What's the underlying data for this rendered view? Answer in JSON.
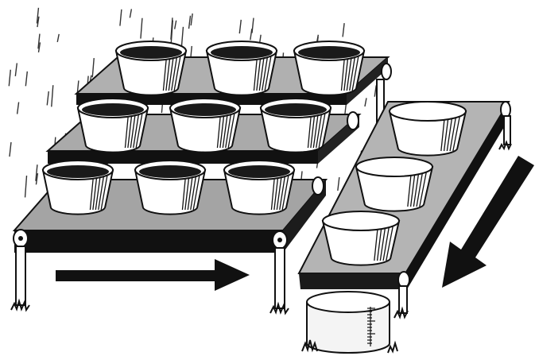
{
  "illustration": {
    "style": "black-and-white line drawing",
    "colors": {
      "ink": "#111111",
      "belt_top": "#a8a8a8",
      "belt_top_light": "#bdbdbd",
      "bowl_fill": "#ffffff",
      "water": "#1a1a1a",
      "jar_fill": "#f4f4f4",
      "paper": "#ffffff"
    },
    "rain_shown": true,
    "main_conveyor": {
      "bucket_count": 9,
      "direction": "right-arrow"
    },
    "side_conveyor": {
      "bucket_count": 3,
      "direction": "down-left-arrow"
    },
    "collector": "graduated-measuring-cylinder"
  }
}
